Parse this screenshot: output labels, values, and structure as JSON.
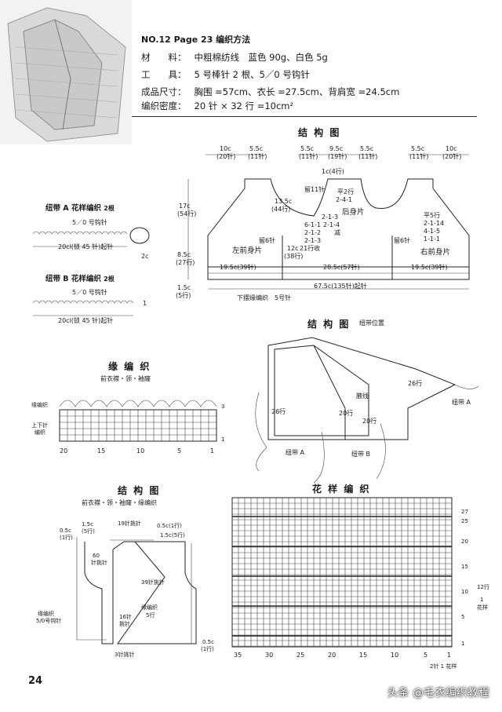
{
  "header": {
    "title": "NO.12  Page 23    编织方法",
    "material_label": "材　　料：",
    "material": "中粗棉纺线　蓝色 90g、白色 5g",
    "tools_label": "工　　具：",
    "tools": "5 号棒针 2 根、5／0 号钩针",
    "size_label": "成品尺寸：",
    "size": "胸围 =57cm、衣长 =27.5cm、背肩宽 =24.5cm",
    "gauge_label": "编织密度：",
    "gauge": "20 针 × 32 行 =10cm²"
  },
  "structure1": {
    "title": "结 构 图",
    "top_dims": [
      "10c",
      "(20针)",
      "5.5c",
      "(11针)",
      "5.5c",
      "(11针)",
      "9.5c",
      "(19针)",
      "5.5c",
      "(11针)",
      "5.5c",
      "(11针)",
      "10c",
      "(20针)"
    ],
    "left_dims": [
      "17c",
      "(54行)",
      "8.5c",
      "(27行)",
      "1.5c",
      "(5行)"
    ],
    "notes": [
      "1c(4行)",
      "留11针",
      "平2行",
      "2-4-1",
      "13.5c",
      "(44行)",
      "6-1-1",
      "2-1-2",
      "2-1-3",
      "减",
      "留6针",
      "12c",
      "(38行)",
      "2-1-3",
      "2-1-4",
      "21行收",
      "平5行",
      "2-1-14",
      "4-1-5",
      "1-1-1",
      "留6针"
    ],
    "parts": [
      "左前身片",
      "后身片",
      "右前身片"
    ],
    "bottom_dims": [
      "19.5c(39针)",
      "28.5c(57针)",
      "19.5c(39针)",
      "67.5c(135针)起针"
    ],
    "hem_note": "下摆缘编织　5号针"
  },
  "tie_a": {
    "title": "纽带 A 花样编织",
    "suffix": "2根",
    "hook": "5／0 号钩针",
    "length": "20cl(锁 45 针)起针",
    "count": "2c"
  },
  "tie_b": {
    "title": "纽带 B 花样编织",
    "suffix": "2根",
    "hook": "5／0 号钩针",
    "length": "20cl(锁 45 针)起针",
    "count": "1"
  },
  "edge": {
    "title": "缘 编 织",
    "subtitle": "前衣襟・领・袖窿",
    "left_label1": "缘编织",
    "left_label2": "上下针",
    "left_label3": "编织",
    "rows": [
      "3",
      "1"
    ],
    "cols": [
      "20",
      "15",
      "10",
      "5",
      "1"
    ]
  },
  "structure2": {
    "title": "结 构 图",
    "tie_pos": "纽带位置",
    "labels": [
      "26行",
      "26行",
      "20行",
      "20行",
      "腋线",
      "纽带 A",
      "纽带 B",
      "纽带 A"
    ]
  },
  "structure3": {
    "title": "结 构 图",
    "subtitle": "前衣襟・领・袖窿・缘编织",
    "labels": [
      "1.5c",
      "(5行)",
      "19针挑针",
      "0.5c(1行)",
      "1.5c(5行)",
      "0.5c",
      "(1行)",
      "60",
      "针挑针",
      "39针挑针",
      "缘编织",
      "5行",
      "16针",
      "挑针",
      "缘编织",
      "5/0号钩针",
      "3针挑针",
      "0.5c",
      "(1行)"
    ]
  },
  "pattern": {
    "title": "花 样 编 织",
    "row_labels": [
      "27",
      "25",
      "20",
      "15",
      "10",
      "5",
      "1"
    ],
    "col_labels": [
      "35",
      "30",
      "25",
      "20",
      "15",
      "10",
      "5",
      "1"
    ],
    "repeat": [
      "12行",
      "1",
      "花样"
    ],
    "bottom_note": "2针 1 花样"
  },
  "page_number": "24",
  "watermark": "头条 @毛衣编织教程"
}
